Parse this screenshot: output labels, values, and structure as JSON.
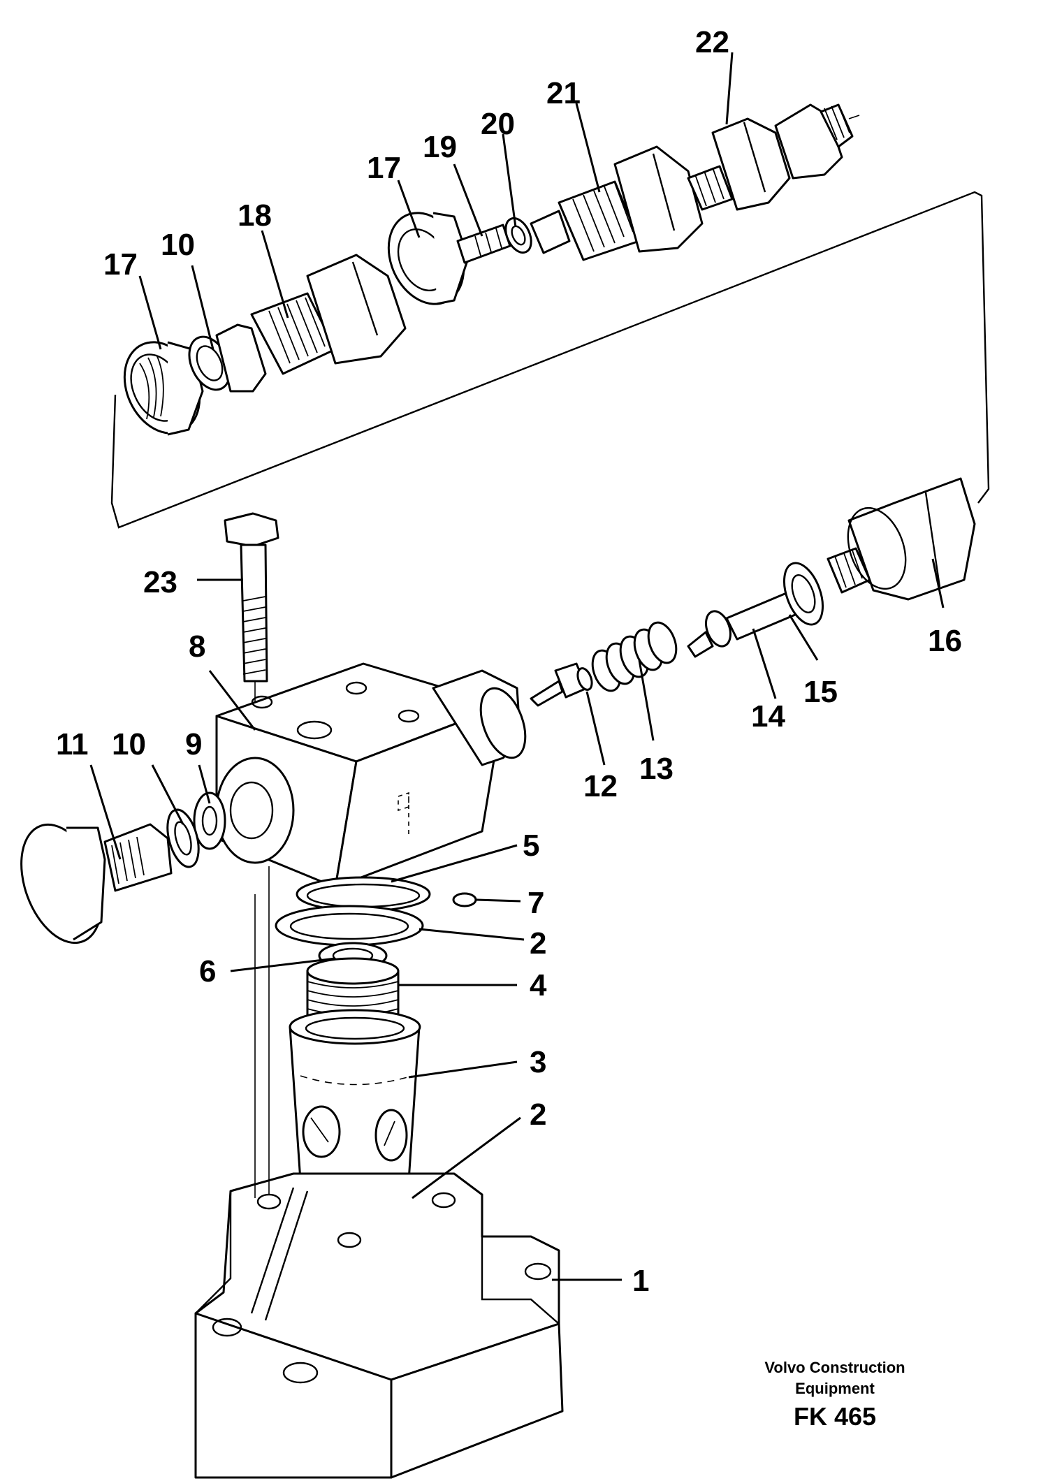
{
  "diagram": {
    "type": "exploded-parts-diagram",
    "callouts": [
      "1",
      "2",
      "2",
      "3",
      "4",
      "5",
      "6",
      "7",
      "8",
      "9",
      "10",
      "10",
      "11",
      "12",
      "13",
      "14",
      "15",
      "16",
      "17",
      "17",
      "18",
      "19",
      "20",
      "21",
      "22",
      "23"
    ]
  },
  "footer": {
    "brand_line1": "Volvo Construction",
    "brand_line2": "Equipment",
    "figure_code": "FK 465"
  }
}
